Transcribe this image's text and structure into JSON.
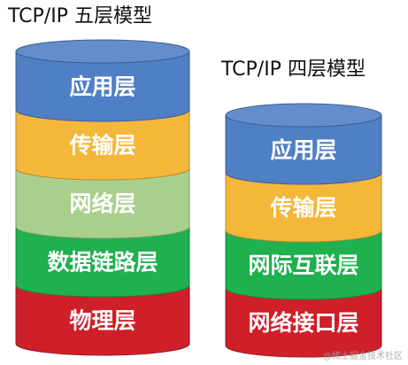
{
  "five_layer": {
    "title": "TCP/IP 五层模型",
    "layers": [
      {
        "label": "应用层",
        "color": "#4f7fc4"
      },
      {
        "label": "传输层",
        "color": "#f5b73a"
      },
      {
        "label": "网络层",
        "color": "#a9cf8d"
      },
      {
        "label": "数据链路层",
        "color": "#1fb04f"
      },
      {
        "label": "物理层",
        "color": "#cf1f28"
      }
    ]
  },
  "four_layer": {
    "title": "TCP/IP 四层模型",
    "layers": [
      {
        "label": "应用层",
        "color": "#4f7fc4"
      },
      {
        "label": "传输层",
        "color": "#f5b73a"
      },
      {
        "label": "网际互联层",
        "color": "#1fb04f"
      },
      {
        "label": "网络接口层",
        "color": "#cf1f28"
      }
    ]
  },
  "watermark": "@稀土掘金技术社区"
}
